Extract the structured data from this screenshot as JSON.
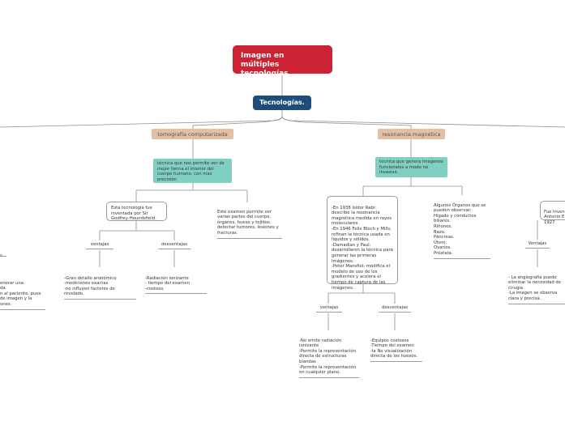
{
  "root": "Imagen en múltiples tecnologías.",
  "tech": "Tecnologías.",
  "tomografia": {
    "label": "tomografía computarizada",
    "desc": "técnica que nos permite ver de mejor forma el interior del cuerpo humano, con mas precisión",
    "invented": "Esta tecnología fue inventada por Sir Godfrey Houndsfield.",
    "uses": "Este examen permite ver varias partes del cuerpo, órganos, hueso y tejidos. detectar tumores, lesiones y fracturas.",
    "ventajas_label": "ventajas",
    "ventajas_text": "-Gran detalle anatómico\n-mediciones exactas\n-no influyen factores de revelado.",
    "desventajas_label": "desventajas",
    "desventajas_text": "-Radiación ionizante\n- tiempo del examen\n-costoso."
  },
  "resonancia": {
    "label": "resonancia magnética",
    "desc": "tecnica que genera imagenes funcionales a modo no invasivo",
    "history": "-En 1938 Isidor Rabi: describe la resonancia magnética medida en rayos moleculares.\n-En 1946 Felix Bloch y Mills: refinan la técnica usada en líquidos y sólidos.\n-Damadian y Paul: desarrollaron la técnica para generar las primeras imágenes.\n-Peter Mansfiel: modifica el modelo de uso de los gradientes y acelera el tiempo de captura de las imágenes.",
    "organs": "Algunos Órganos que se pueden observar:\nHígado y conductos biliares.\nRiñones.\nBazo.\nPáncreas.\nÚtero.\nOvarios.\nPróstata.",
    "ventajas_label": "ventajas",
    "ventajas_text": "-No emite radiación ionizante\n-Permite la representación directa de estructuras blandas\n-Permite la representación en cualquier plano.",
    "desventajas_label": "desventajas",
    "desventajas_text": "-Equipos costosos\n-Tiempo del examen\n-la No visualización directa de los huesos."
  },
  "right_branch": {
    "invented_partial": "Fue invent\nAntonio E\n1927",
    "ventajas_label": "Ventajas",
    "ventajas_text": "- La angiografía puede eliminar la necesidad de cirugía\n-La imagen se observa clara y precisa."
  },
  "left_branch": {
    "partial_label": "s",
    "partial_text": "enerar una\nda\nn al paciente, pues\nde imagen y la\nones."
  }
}
